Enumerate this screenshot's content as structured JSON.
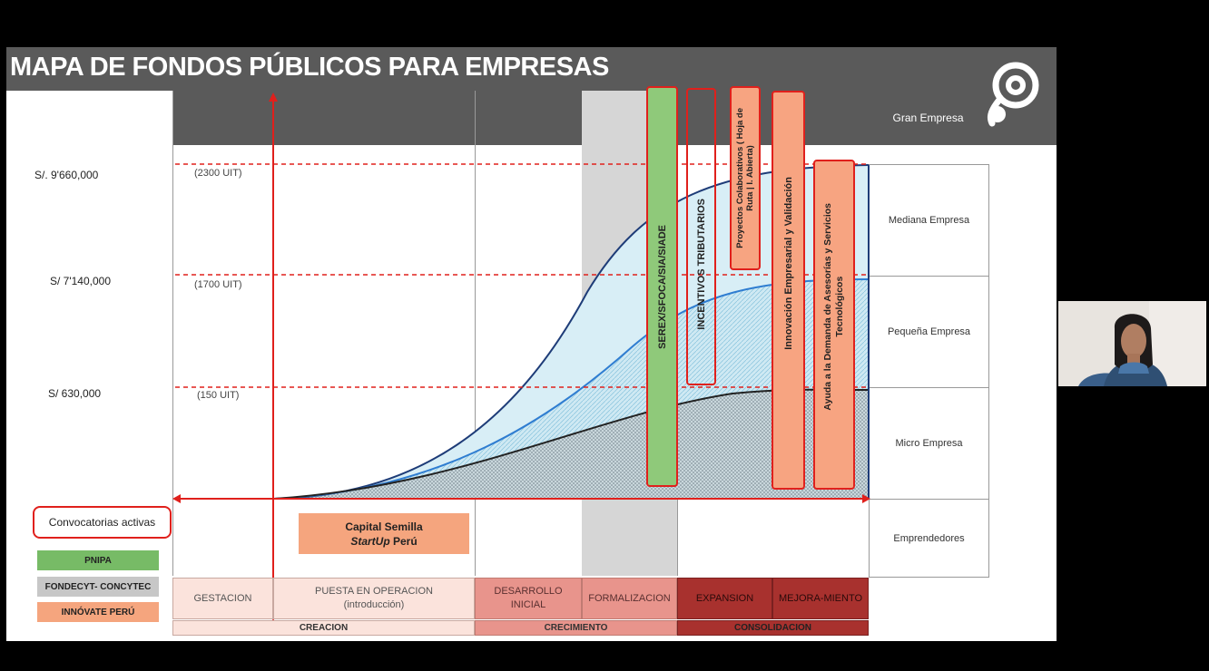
{
  "slide": {
    "title": "MAPA DE FONDOS PÚBLICOS PARA EMPRESAS",
    "top_category": "Gran Empresa",
    "money_levels": [
      {
        "amount": "S/. 9'660,000",
        "uit": "(2300 UIT)"
      },
      {
        "amount": "S/ 7'140,000",
        "uit": "(1700 UIT)"
      },
      {
        "amount": "S/ 630,000",
        "uit": "(150 UIT)"
      }
    ],
    "categories": [
      "Mediana Empresa",
      "Pequeña Empresa",
      "Micro Empresa",
      "Emprendedores"
    ],
    "programs": [
      {
        "label": "SEREX/SFOCA/SIA/SIADE",
        "color": "#8fc97a"
      },
      {
        "label": "INCENTIVOS TRIBUTARIOS",
        "color": "#ffffff"
      },
      {
        "label_line1": "Proyectos Colaborativos ( Hoja de",
        "label_line2": "Ruta | I. Abierta)",
        "color": "#f7a481"
      },
      {
        "label": "Innovación Empresarial y Validación",
        "color": "#f7a481"
      },
      {
        "label_line1": "Ayuda a la Demanda de Asesorías y Servicios",
        "label_line2": "Tecnológicos",
        "color": "#f7a481"
      }
    ],
    "capital_semilla": {
      "line1": "Capital Semilla",
      "line2_italic": "StartUp",
      "line2_rest": " Perú"
    },
    "convocatorias_label": "Convocatorias activas",
    "legend": [
      {
        "label": "PNIPA",
        "color": "#77bb66"
      },
      {
        "label": "FONDECYT- CONCYTEC",
        "color": "#c7c7c7"
      },
      {
        "label": "INNÓVATE PERÚ",
        "color": "#f5a57e"
      }
    ],
    "phases": [
      {
        "line1": "GESTACION",
        "line2": ""
      },
      {
        "line1": "PUESTA EN OPERACION",
        "line2": "(introducción)"
      },
      {
        "line1": "DESARROLLO",
        "line2": "INICIAL"
      },
      {
        "line1": "FORMALIZACION",
        "line2": ""
      },
      {
        "line1": "EXPANSION",
        "line2": ""
      },
      {
        "line1": "MEJORA-MIENTO",
        "line2": ""
      }
    ],
    "stages": [
      "CREACION",
      "CRECIMIENTO",
      "CONSOLIDACION"
    ],
    "colors": {
      "title_bar": "#5a5a5a",
      "red": "#e0201c",
      "dark_red": "#a8312e",
      "light_pink": "#fbe3dc"
    }
  },
  "icons": {
    "logo": "p-logo-icon",
    "webcam": "webcam-person"
  }
}
